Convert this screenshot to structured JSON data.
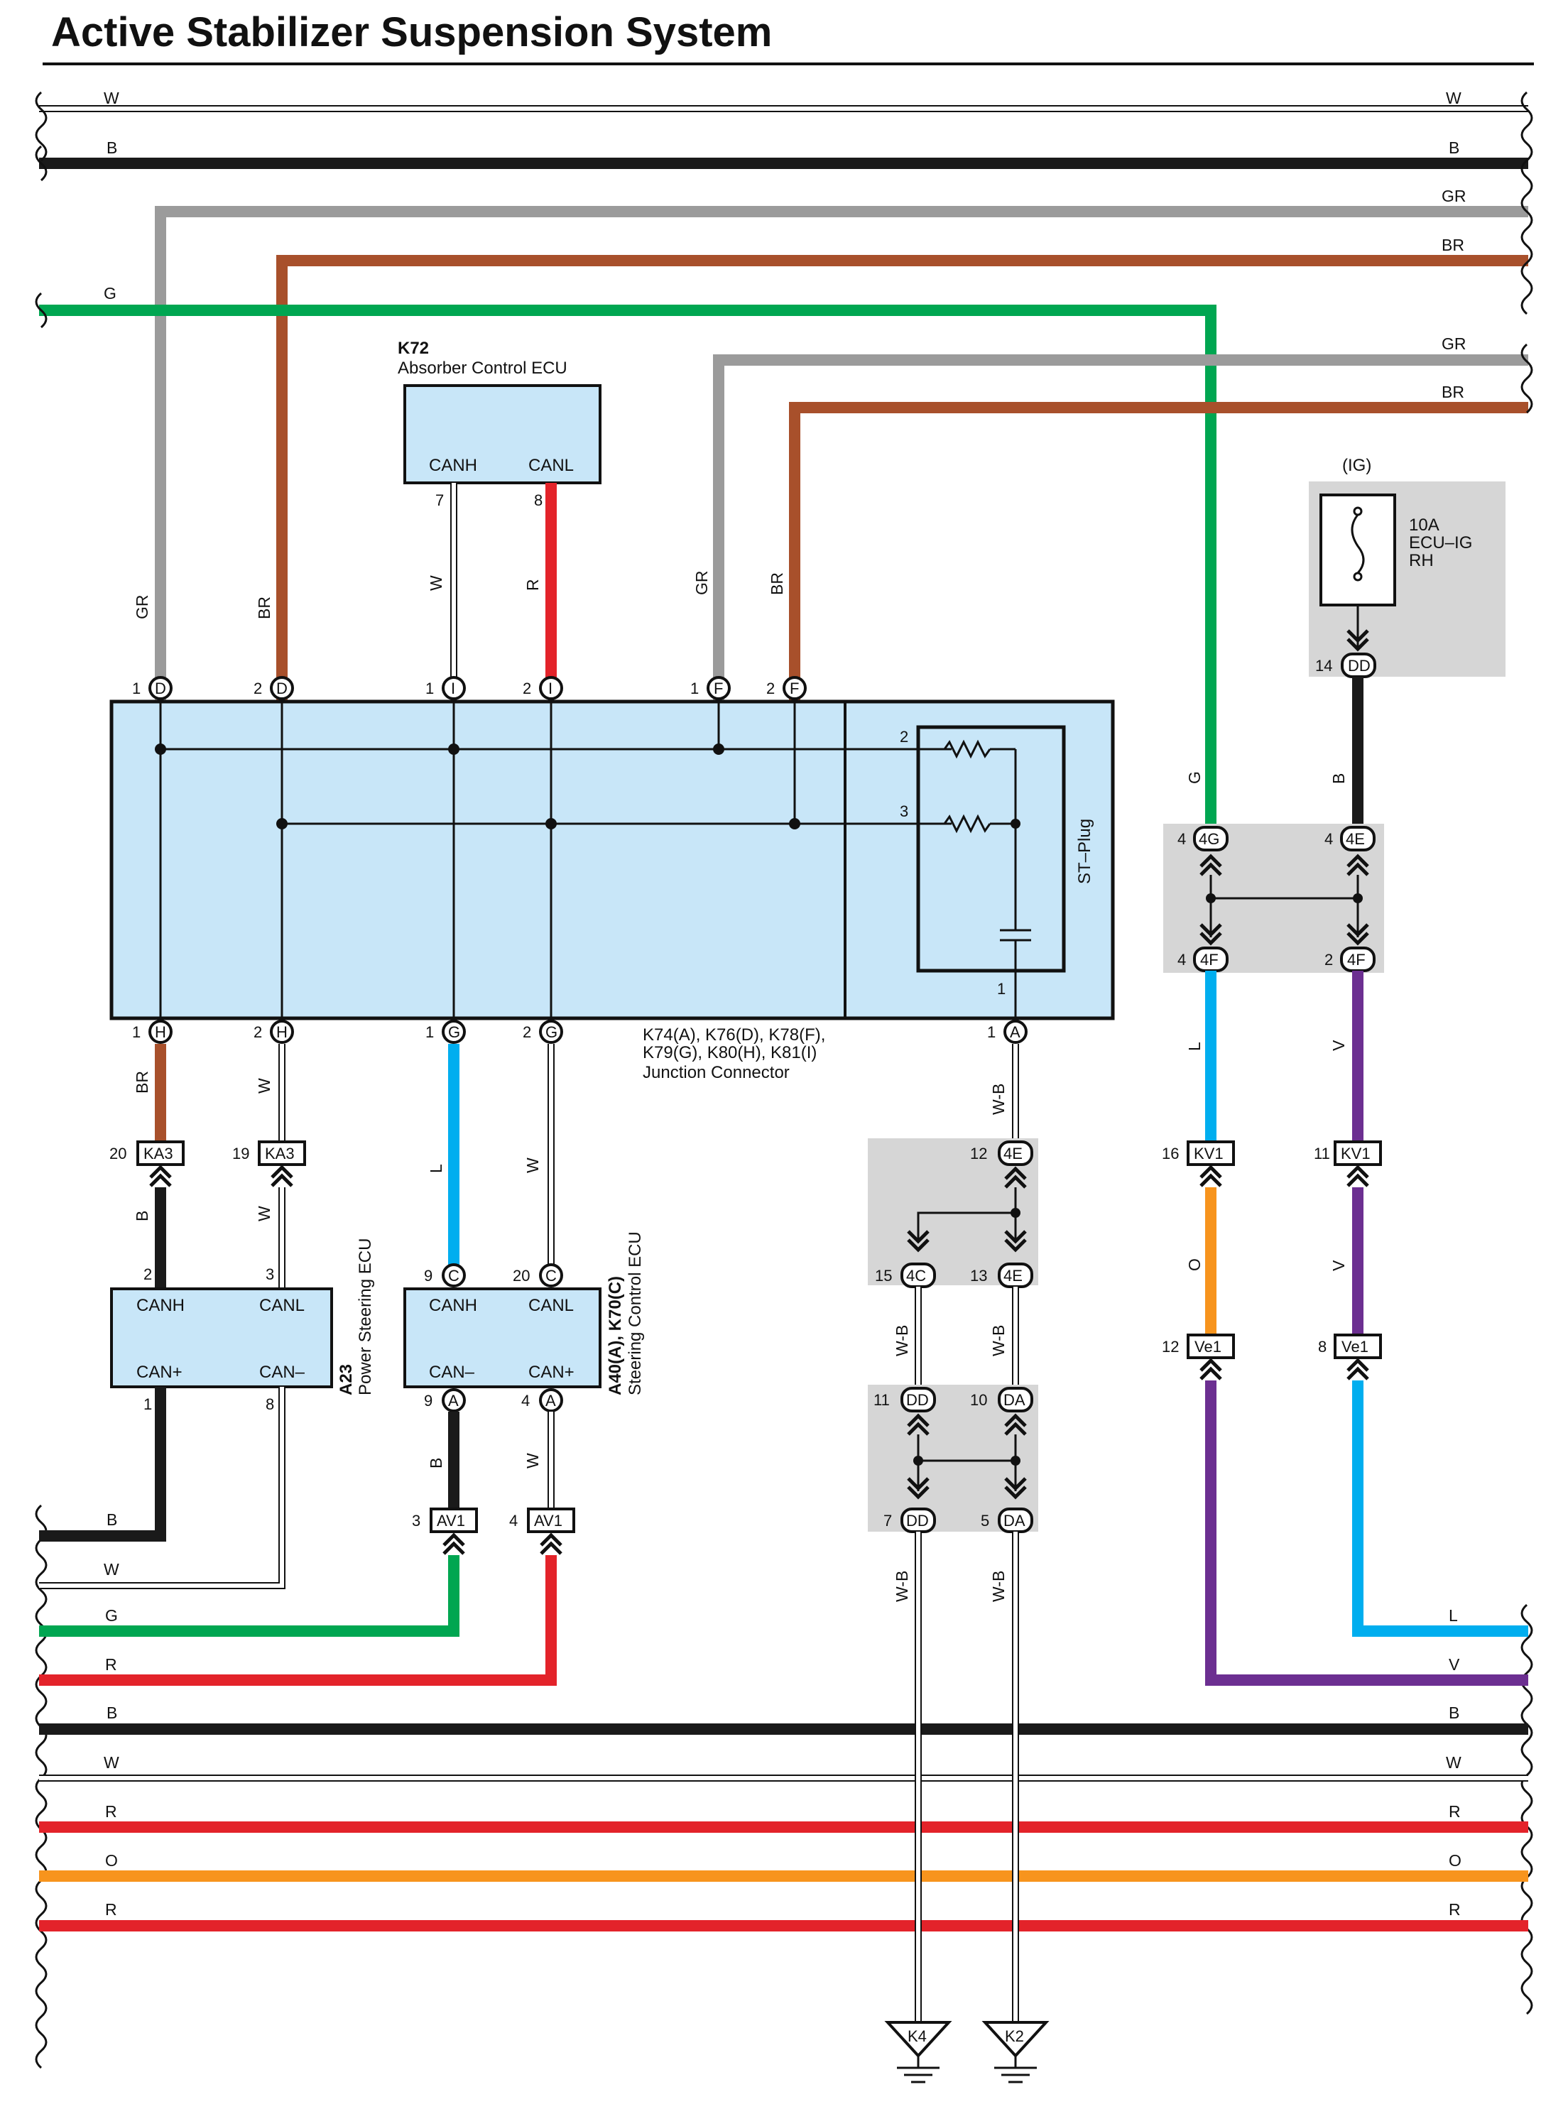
{
  "title": "Active Stabilizer Suspension System",
  "colors": {
    "W": "#ffffff",
    "B": "#1a1a1a",
    "GR": "#9b9b9b",
    "BR": "#a8502b",
    "G": "#00a651",
    "R": "#e3232a",
    "L": "#00aeef",
    "V": "#6c2f91",
    "O": "#f7941d",
    "box_fill": "#c8e6f8",
    "gray_box": "#d6d6d6"
  },
  "wire_labels": {
    "left": [
      "W",
      "B",
      "G",
      "B",
      "W",
      "G",
      "R",
      "B",
      "W",
      "R",
      "O",
      "R"
    ],
    "right": [
      "W",
      "B",
      "GR",
      "BR",
      "GR",
      "BR",
      "L",
      "V",
      "B",
      "W",
      "R",
      "O",
      "R"
    ],
    "vertical": [
      "GR",
      "BR",
      "W",
      "R",
      "GR",
      "BR",
      "G",
      "B",
      "BR",
      "W",
      "L",
      "W",
      "W-B",
      "L",
      "V",
      "B",
      "W",
      "O",
      "V",
      "W-B",
      "W-B",
      "B",
      "W",
      "W-B",
      "W-B"
    ]
  },
  "components": {
    "k72": {
      "code": "K72",
      "name": "Absorber Control ECU",
      "canh": "CANH",
      "canl": "CANL"
    },
    "junction": {
      "codes_line1": "K74(A), K76(D), K78(F),",
      "codes_line2": "K79(G), K80(H), K81(I)",
      "name": "Junction Connector"
    },
    "st_plug": "ST–Plug",
    "fuse": {
      "supply": "(IG)",
      "line1": "10A",
      "line2": "ECU–IG",
      "line3": "RH"
    },
    "a23": {
      "code": "A23",
      "name": "Power Steering ECU",
      "canh": "CANH",
      "canl": "CANL",
      "canp": "CAN+",
      "canm": "CAN–"
    },
    "a40": {
      "code": "A40(A), K70(C)",
      "name": "Steering Control ECU",
      "canh": "CANH",
      "canl": "CANL",
      "canm": "CAN–",
      "canp": "CAN+"
    }
  },
  "pins": {
    "top_row": [
      {
        "n": "1",
        "c": "D"
      },
      {
        "n": "2",
        "c": "D"
      },
      {
        "n": "1",
        "c": "I"
      },
      {
        "n": "2",
        "c": "I"
      },
      {
        "n": "1",
        "c": "F"
      },
      {
        "n": "2",
        "c": "F"
      }
    ],
    "bottom_row": [
      {
        "n": "1",
        "c": "H"
      },
      {
        "n": "2",
        "c": "H"
      },
      {
        "n": "1",
        "c": "G"
      },
      {
        "n": "2",
        "c": "G"
      },
      {
        "n": "1",
        "c": "A"
      }
    ],
    "k72_pins": [
      "7",
      "8"
    ],
    "st_pins": [
      "2",
      "3",
      "1"
    ],
    "fuse_pin": {
      "n": "14",
      "c": "DD"
    },
    "j4_top": [
      {
        "n": "4",
        "c": "4G"
      },
      {
        "n": "4",
        "c": "4E"
      }
    ],
    "j4_bottom": [
      {
        "n": "4",
        "c": "4F"
      },
      {
        "n": "2",
        "c": "4F"
      }
    ],
    "ka3": [
      {
        "n": "20",
        "c": "KA3"
      },
      {
        "n": "19",
        "c": "KA3"
      }
    ],
    "a23_pins": [
      "2",
      "3",
      "1",
      "8"
    ],
    "a40_top": [
      {
        "n": "9",
        "c": "C"
      },
      {
        "n": "20",
        "c": "C"
      }
    ],
    "a40_bottom": [
      {
        "n": "9",
        "c": "A"
      },
      {
        "n": "4",
        "c": "A"
      }
    ],
    "av1": [
      {
        "n": "3",
        "c": "AV1"
      },
      {
        "n": "4",
        "c": "AV1"
      }
    ],
    "j4e": {
      "n": "12",
      "c": "4E"
    },
    "j4c": [
      {
        "n": "15",
        "c": "4C"
      },
      {
        "n": "13",
        "c": "4E"
      }
    ],
    "jdd_top": [
      {
        "n": "11",
        "c": "DD"
      },
      {
        "n": "10",
        "c": "DA"
      }
    ],
    "jdd_bottom": [
      {
        "n": "7",
        "c": "DD"
      },
      {
        "n": "5",
        "c": "DA"
      }
    ],
    "kv1": [
      {
        "n": "16",
        "c": "KV1"
      },
      {
        "n": "11",
        "c": "KV1"
      }
    ],
    "ve1": [
      {
        "n": "12",
        "c": "Ve1"
      },
      {
        "n": "8",
        "c": "Ve1"
      }
    ]
  },
  "grounds": [
    "K4",
    "K2"
  ]
}
